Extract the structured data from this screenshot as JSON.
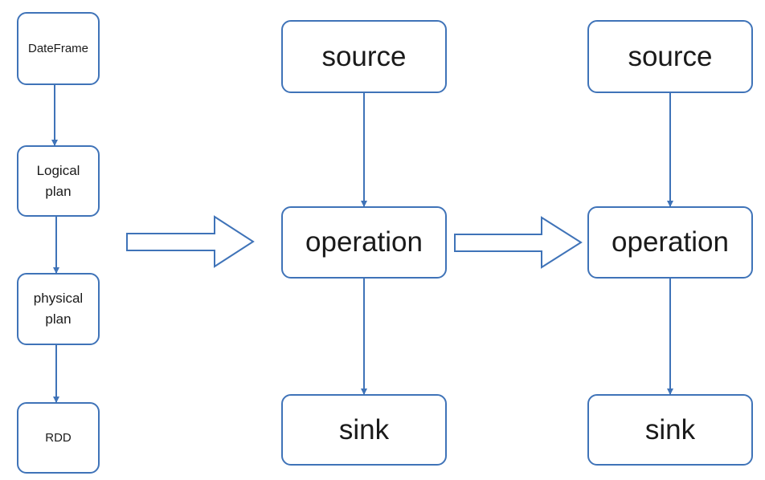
{
  "diagram": {
    "stack": {
      "dateframe": "DateFrame",
      "logical_plan": "Logical\nplan",
      "physical_plan": "physical\nplan",
      "rdd": "RDD"
    },
    "pipeline_1": {
      "source": "source",
      "operation": "operation",
      "sink": "sink"
    },
    "pipeline_2": {
      "source": "source",
      "operation": "operation",
      "sink": "sink"
    },
    "colors": {
      "stroke": "#3f73b8",
      "text": "#1a1a1a"
    }
  }
}
